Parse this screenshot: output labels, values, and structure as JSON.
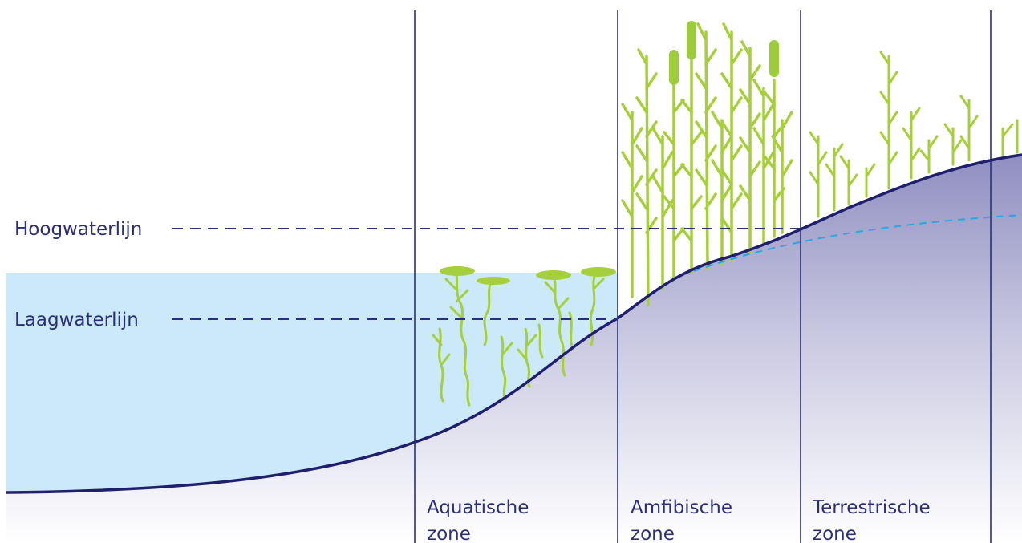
{
  "waterlines": {
    "high": "Hoogwaterlijn",
    "low": "Laagwaterlijn"
  },
  "zones": [
    {
      "line1": "Aquatische",
      "line2": "zone"
    },
    {
      "line1": "Amfibische",
      "line2": "zone"
    },
    {
      "line1": "Terrestrische",
      "line2": "zone"
    }
  ],
  "colors": {
    "water": "#cbe9f8",
    "outline": "#1f1f6e",
    "zone_line": "#2b2f7a",
    "plant": "#a6cf3c",
    "cattail": "#9ccc3a",
    "groundwater": "#2aa7e0",
    "text": "#2b2f7a"
  }
}
